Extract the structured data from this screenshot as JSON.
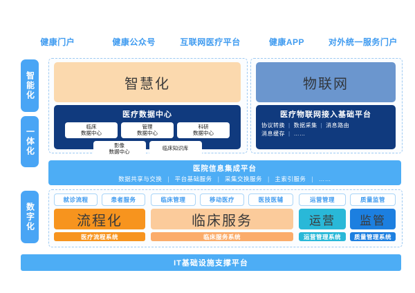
{
  "colors": {
    "portal_text": "#3F9BF0",
    "tab_blue": "#49A5F5",
    "peach": "#FBD9AE",
    "steel_blue": "#6B96CE",
    "navy": "#103A7E",
    "sky_blue": "#4DADF5",
    "orange_strong": "#F7941E",
    "orange_light": "#FBCB9B",
    "teal": "#29B8D8",
    "blue": "#1C7FE0",
    "dashed_border": "#9CC9F2"
  },
  "portals": [
    {
      "label": "健康门户"
    },
    {
      "label": "健康公众号"
    },
    {
      "label": "互联网医疗平台"
    },
    {
      "label": "健康APP"
    },
    {
      "label": "对外统一服务门户"
    }
  ],
  "side_tabs": [
    {
      "id": "smart",
      "label": "智能化"
    },
    {
      "id": "integrated",
      "label": "一体化"
    },
    {
      "id": "digital",
      "label": "数字化"
    }
  ],
  "smart_layer": {
    "left": {
      "headline": "智慧化",
      "panel_title": "医疗数据中心",
      "chips_row1": [
        "临床\n数据中心",
        "管理\n数据中心",
        "科研\n数据中心"
      ],
      "chips_row2": [
        "影像\n数据中心",
        "临床知识库"
      ]
    },
    "right": {
      "headline": "物联网",
      "panel_title": "医疗物联网接入基础平台",
      "items_row1": [
        "协议转换",
        "数据采集",
        "消息路由"
      ],
      "items_row2": [
        "消息缓存",
        "……"
      ]
    }
  },
  "integration_layer": {
    "title": "医院信息集成平台",
    "items": [
      "数据共享与交换",
      "平台基础服务",
      "采集交换服务",
      "主索引服务",
      "……"
    ]
  },
  "digital_layer": {
    "groups": [
      {
        "id": "process",
        "tags": [
          "就诊流程",
          "患者服务"
        ],
        "main_label": "流程化",
        "system_label": "医疗流程系统",
        "main_color": "#F7941E",
        "system_color": "#F7941E"
      },
      {
        "id": "clinical",
        "tags": [
          "临床管理",
          "移动医疗",
          "医技医辅"
        ],
        "main_label": "临床服务",
        "system_label": "临床服务系统",
        "main_color": "#FBCB9B",
        "system_color": "#FBAC6A"
      },
      {
        "id": "operation",
        "tags": [
          "运营管理"
        ],
        "main_label": "运营",
        "system_label": "运营管理系统",
        "main_color": "#29B8D8",
        "system_color": "#29B8D8"
      },
      {
        "id": "quality",
        "tags": [
          "质量监管"
        ],
        "main_label": "监管",
        "system_label": "质量管理系统",
        "main_color": "#1C7FE0",
        "system_color": "#1C7FE0"
      }
    ]
  },
  "foundation": {
    "label": "IT基础设施支撑平台"
  }
}
